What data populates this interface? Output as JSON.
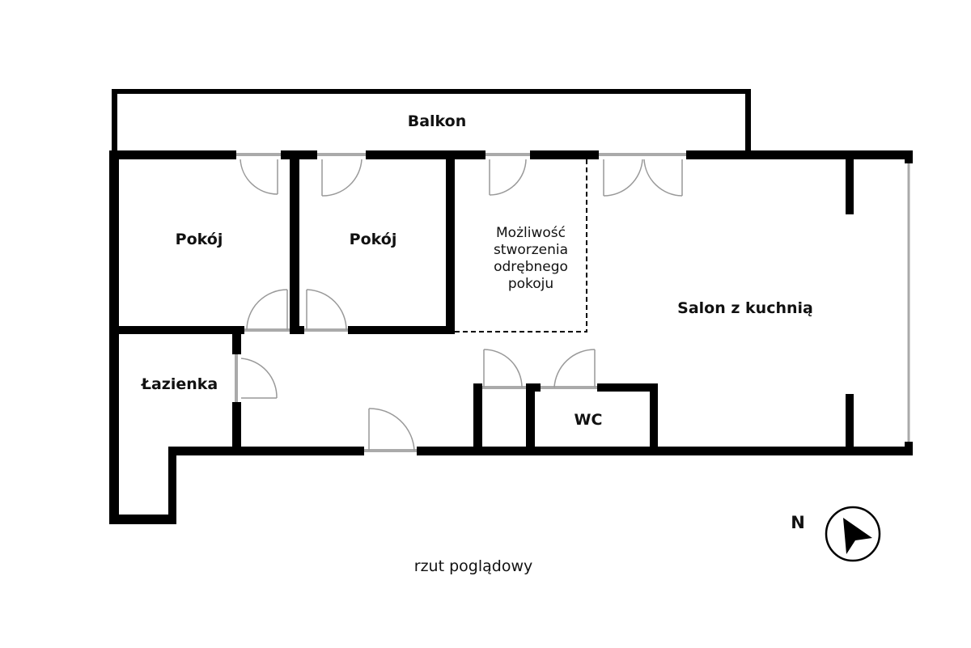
{
  "rooms": {
    "balcony": "Balkon",
    "room1": "Pokój",
    "room2": "Pokój",
    "optional_room": [
      "Możliwość",
      "stworzenia",
      "odrębnego",
      "pokoju"
    ],
    "living_kitchen": "Salon z kuchnią",
    "bathroom": "Łazienka",
    "wc": "WC"
  },
  "compass": {
    "label": "N",
    "icon": "north-arrow-icon"
  },
  "caption": "rzut poglądowy",
  "colors": {
    "wall": "#000000",
    "door": "#999999"
  }
}
